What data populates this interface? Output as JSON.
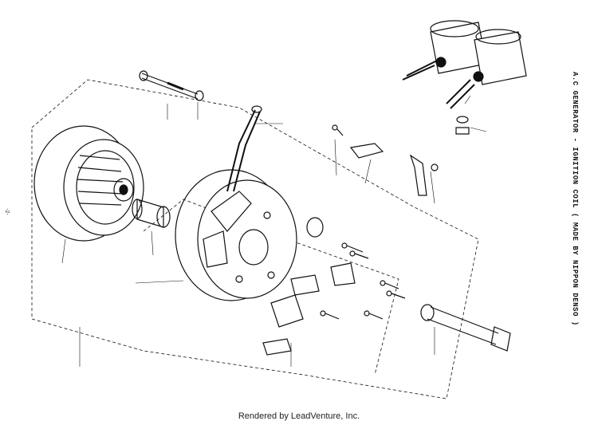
{
  "diagram": {
    "side_title": "A.C GENERATOR - IGNITION COIL ( MADE BY NIPPON DENSO )",
    "footer": "Rendered by LeadVenture, Inc.",
    "edge_mark": "-2-"
  }
}
